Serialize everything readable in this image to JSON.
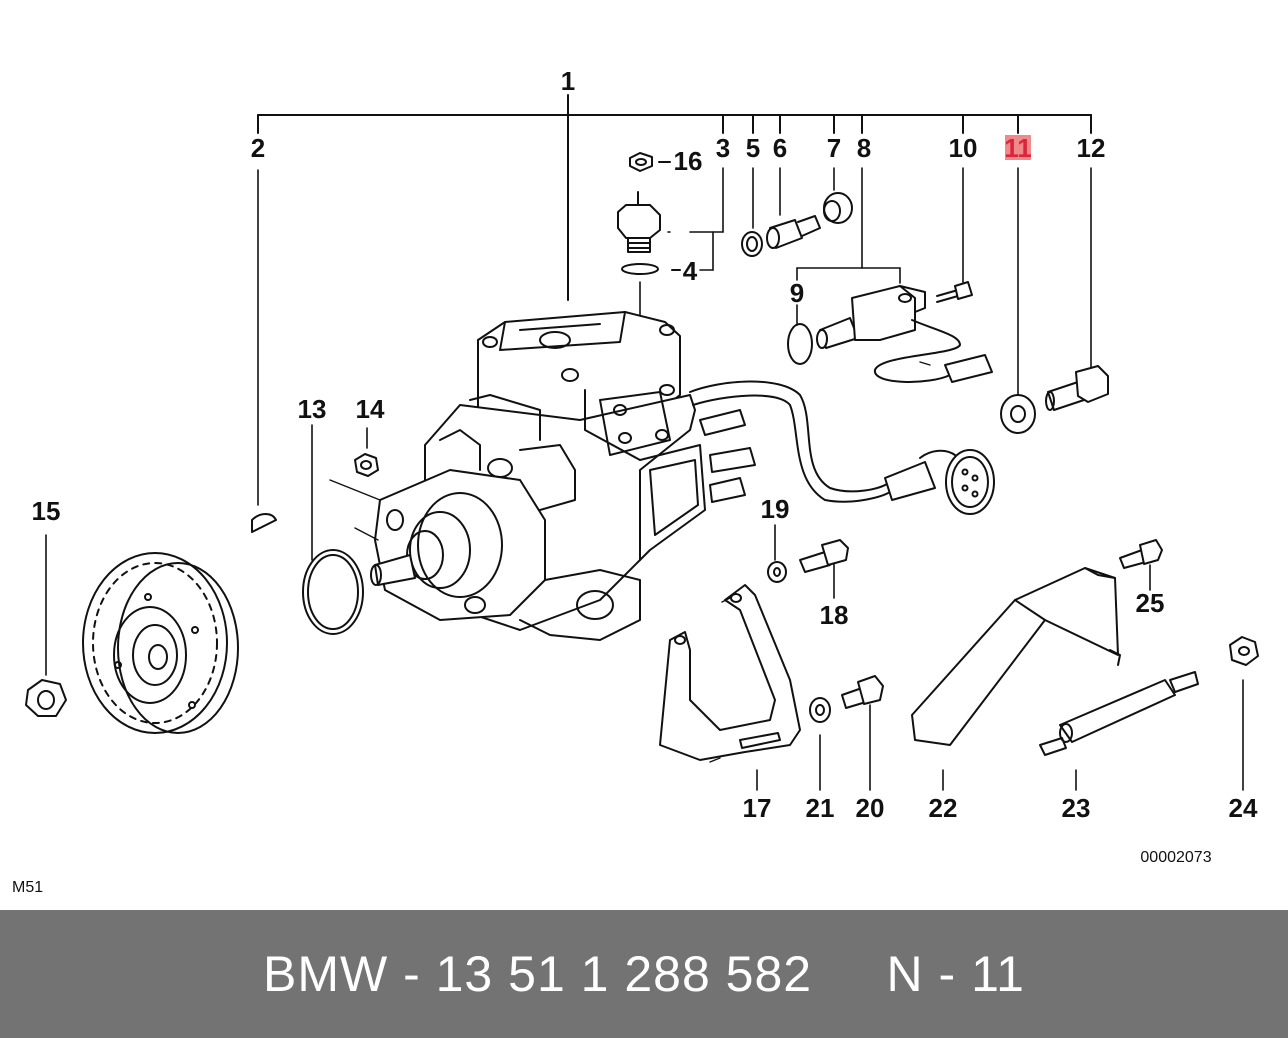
{
  "diagram": {
    "callouts": {
      "c1": "1",
      "c2": "2",
      "c3": "3",
      "c4": "4",
      "c5": "5",
      "c6": "6",
      "c7": "7",
      "c8": "8",
      "c9": "9",
      "c10": "10",
      "c11": "11",
      "c12": "12",
      "c13": "13",
      "c14": "14",
      "c15": "15",
      "c16": "16",
      "c17": "17",
      "c18": "18",
      "c19": "19",
      "c20": "20",
      "c21": "21",
      "c22": "22",
      "c23": "23",
      "c24": "24",
      "c25": "25"
    },
    "highlighted_callout": "11",
    "highlight_color": "#d7263d",
    "drawing_number": "00002073",
    "model_code": "M51"
  },
  "footer": {
    "text": "BMW - 13 51 1 288 582     N - 11",
    "background": "#737373"
  }
}
